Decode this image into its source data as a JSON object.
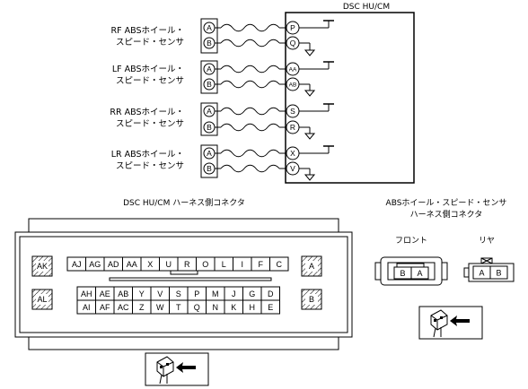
{
  "module": {
    "title": "DSC HU/CM"
  },
  "sensors": [
    {
      "line1": "RF ABSホイール・",
      "line2": "スピード・センサ",
      "sensor_pins": [
        "A",
        "B"
      ],
      "module_pins": [
        "P",
        "Q"
      ]
    },
    {
      "line1": "LF ABSホイール・",
      "line2": "スピード・センサ",
      "sensor_pins": [
        "A",
        "B"
      ],
      "module_pins": [
        "AA",
        "AB"
      ]
    },
    {
      "line1": "RR ABSホイール・",
      "line2": "スピード・センサ",
      "sensor_pins": [
        "A",
        "B"
      ],
      "module_pins": [
        "S",
        "R"
      ]
    },
    {
      "line1": "LR ABSホイール・",
      "line2": "スピード・センサ",
      "sensor_pins": [
        "A",
        "B"
      ],
      "module_pins": [
        "X",
        "V"
      ]
    }
  ],
  "main_connector": {
    "title": "DSC HU/CM ハーネス側コネクタ",
    "side_labels": {
      "left_top": "AK",
      "left_bottom": "AL",
      "right_top": "A",
      "right_bottom": "B"
    },
    "row1": [
      "AJ",
      "AG",
      "AD",
      "AA",
      "X",
      "U",
      "R",
      "O",
      "L",
      "I",
      "F",
      "C"
    ],
    "row2": [
      "AH",
      "AE",
      "AB",
      "Y",
      "V",
      "S",
      "P",
      "M",
      "J",
      "G",
      "D"
    ],
    "row3": [
      "AI",
      "AF",
      "AC",
      "Z",
      "W",
      "T",
      "Q",
      "N",
      "K",
      "H",
      "E"
    ]
  },
  "sensor_connector": {
    "title_line1": "ABSホイール・スピード・センサ",
    "title_line2": "ハーネス側コネクタ",
    "front_label": "フロント",
    "rear_label": "リヤ",
    "front_pins": [
      "B",
      "A"
    ],
    "rear_pins": [
      "A",
      "B"
    ]
  }
}
